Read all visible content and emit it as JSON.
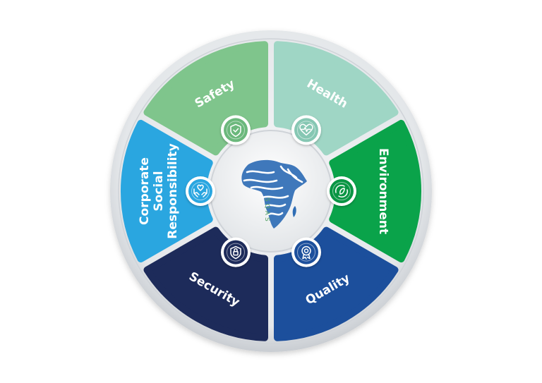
{
  "diagram": {
    "segments": [
      {
        "key": "safety",
        "lines": [
          "Safety"
        ],
        "color": "#7fc58c",
        "icon": "shield-check-icon",
        "icon_color": "#6bb87c"
      },
      {
        "key": "health",
        "lines": [
          "Health"
        ],
        "color": "#9fd6c5",
        "icon": "heart-pulse-icon",
        "icon_color": "#86c7b3"
      },
      {
        "key": "environment",
        "lines": [
          "Environment"
        ],
        "color": "#0aa34a",
        "icon": "leaf-cycle-icon",
        "icon_color": "#099544"
      },
      {
        "key": "quality",
        "lines": [
          "Quality"
        ],
        "color": "#1c4f9c",
        "icon": "award-ribbon-icon",
        "icon_color": "#1c4f9c"
      },
      {
        "key": "security",
        "lines": [
          "Security"
        ],
        "color": "#1d2b5a",
        "icon": "shield-lock-icon",
        "icon_color": "#1d2b5a"
      },
      {
        "key": "csr",
        "lines": [
          "Corporate",
          "Social",
          "Responsibility"
        ],
        "color": "#2aa6e0",
        "icon": "hands-heart-icon",
        "icon_color": "#2aa6e0"
      }
    ],
    "center_logo": {
      "text": "SQAS",
      "icon": "africa-zebra-map-icon",
      "color": "#2f6db5",
      "text_color": "#5aa56a"
    },
    "rim_color": "#d9dde1"
  }
}
